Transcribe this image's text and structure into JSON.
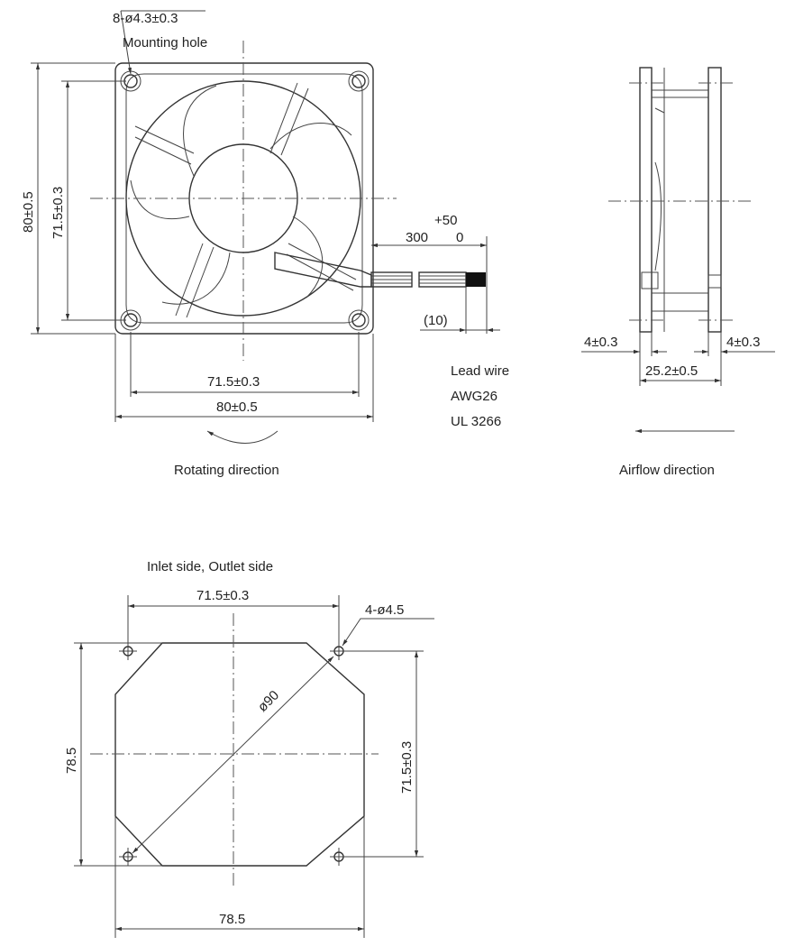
{
  "front_view": {
    "hole_spec": "8-ø4.3±0.3",
    "hole_label": "Mounting hole",
    "height_outer": "80±0.5",
    "height_pitch": "71.5±0.3",
    "width_pitch": "71.5±0.3",
    "width_outer": "80±0.5",
    "lead_tol": "+50",
    "lead_length": "300",
    "lead_tol_low": "0",
    "strip_length": "(10)",
    "lead_wire": [
      "Lead wire",
      "AWG26",
      "UL 3266"
    ],
    "rotating_label": "Rotating direction"
  },
  "side_view": {
    "flange_left": "4±0.3",
    "flange_right": "4±0.3",
    "depth": "25.2±0.5",
    "airflow_label": "Airflow direction"
  },
  "cutout_view": {
    "title": "Inlet side, Outlet side",
    "pitch_top": "71.5±0.3",
    "hole_spec": "4-ø4.5",
    "diameter": "ø90",
    "height": "78.5",
    "pitch_right": "71.5±0.3",
    "width": "78.5"
  }
}
